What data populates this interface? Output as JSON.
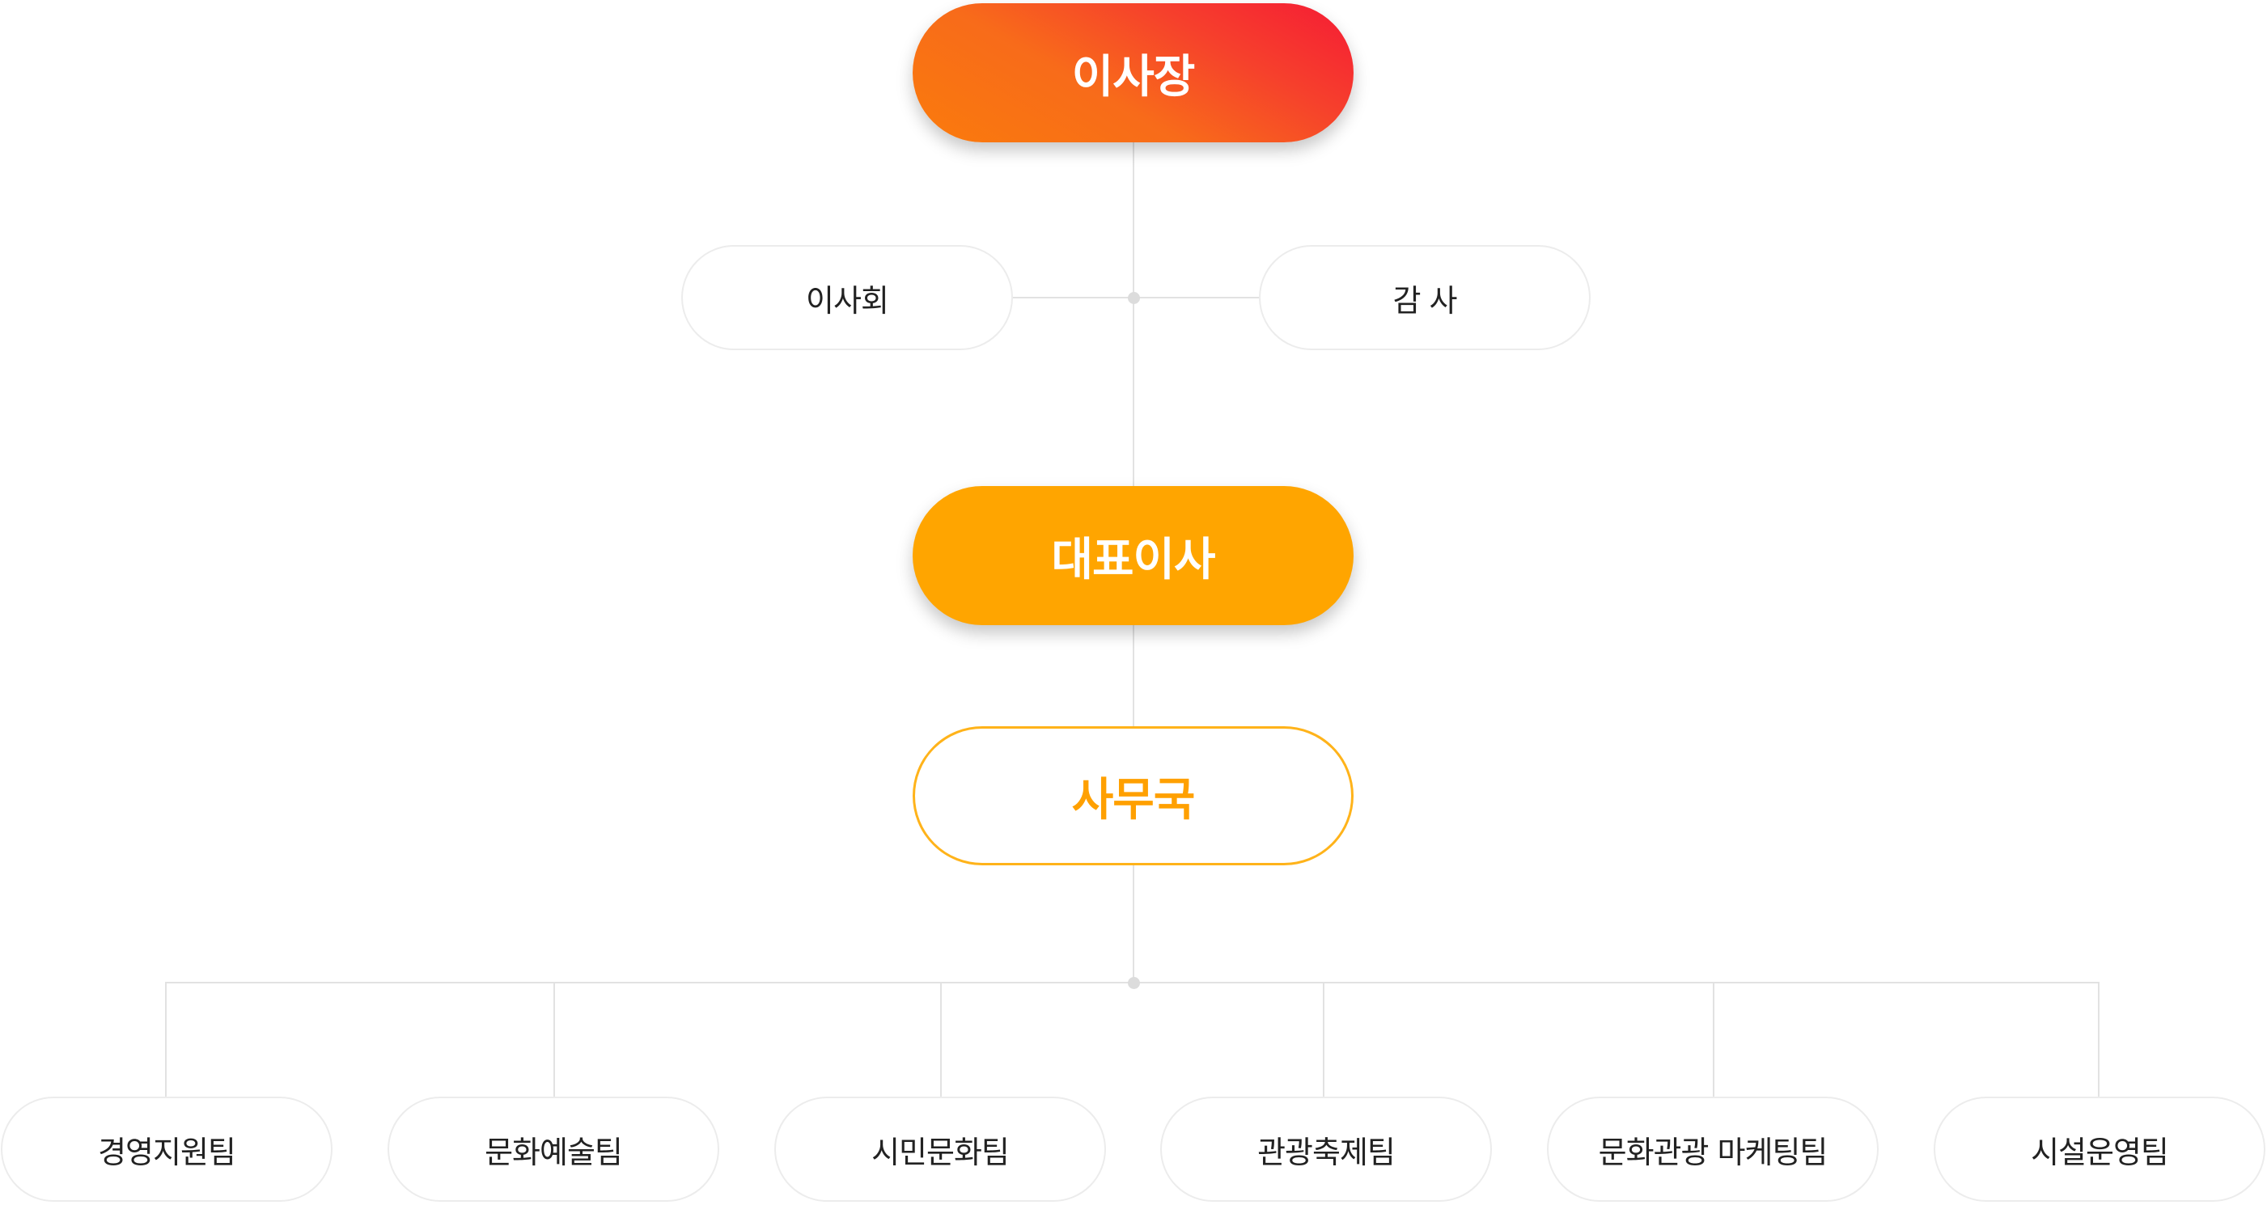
{
  "org": {
    "chairman": "이사장",
    "board": "이사회",
    "auditor": "감 사",
    "ceo": "대표이사",
    "secretariat": "사무국",
    "teams": [
      "경영지원팀",
      "문화예술팀",
      "시민문화팀",
      "관광축제팀",
      "문화관광 마케팅팀",
      "시설운영팀"
    ]
  },
  "colors": {
    "chairman_gradient": [
      "#f51b35",
      "#fa7b0c"
    ],
    "ceo": "#ffa500",
    "secretariat_border": "#ffb31a",
    "secretariat_text": "#ffa000",
    "connector": "#e2e2e2"
  }
}
